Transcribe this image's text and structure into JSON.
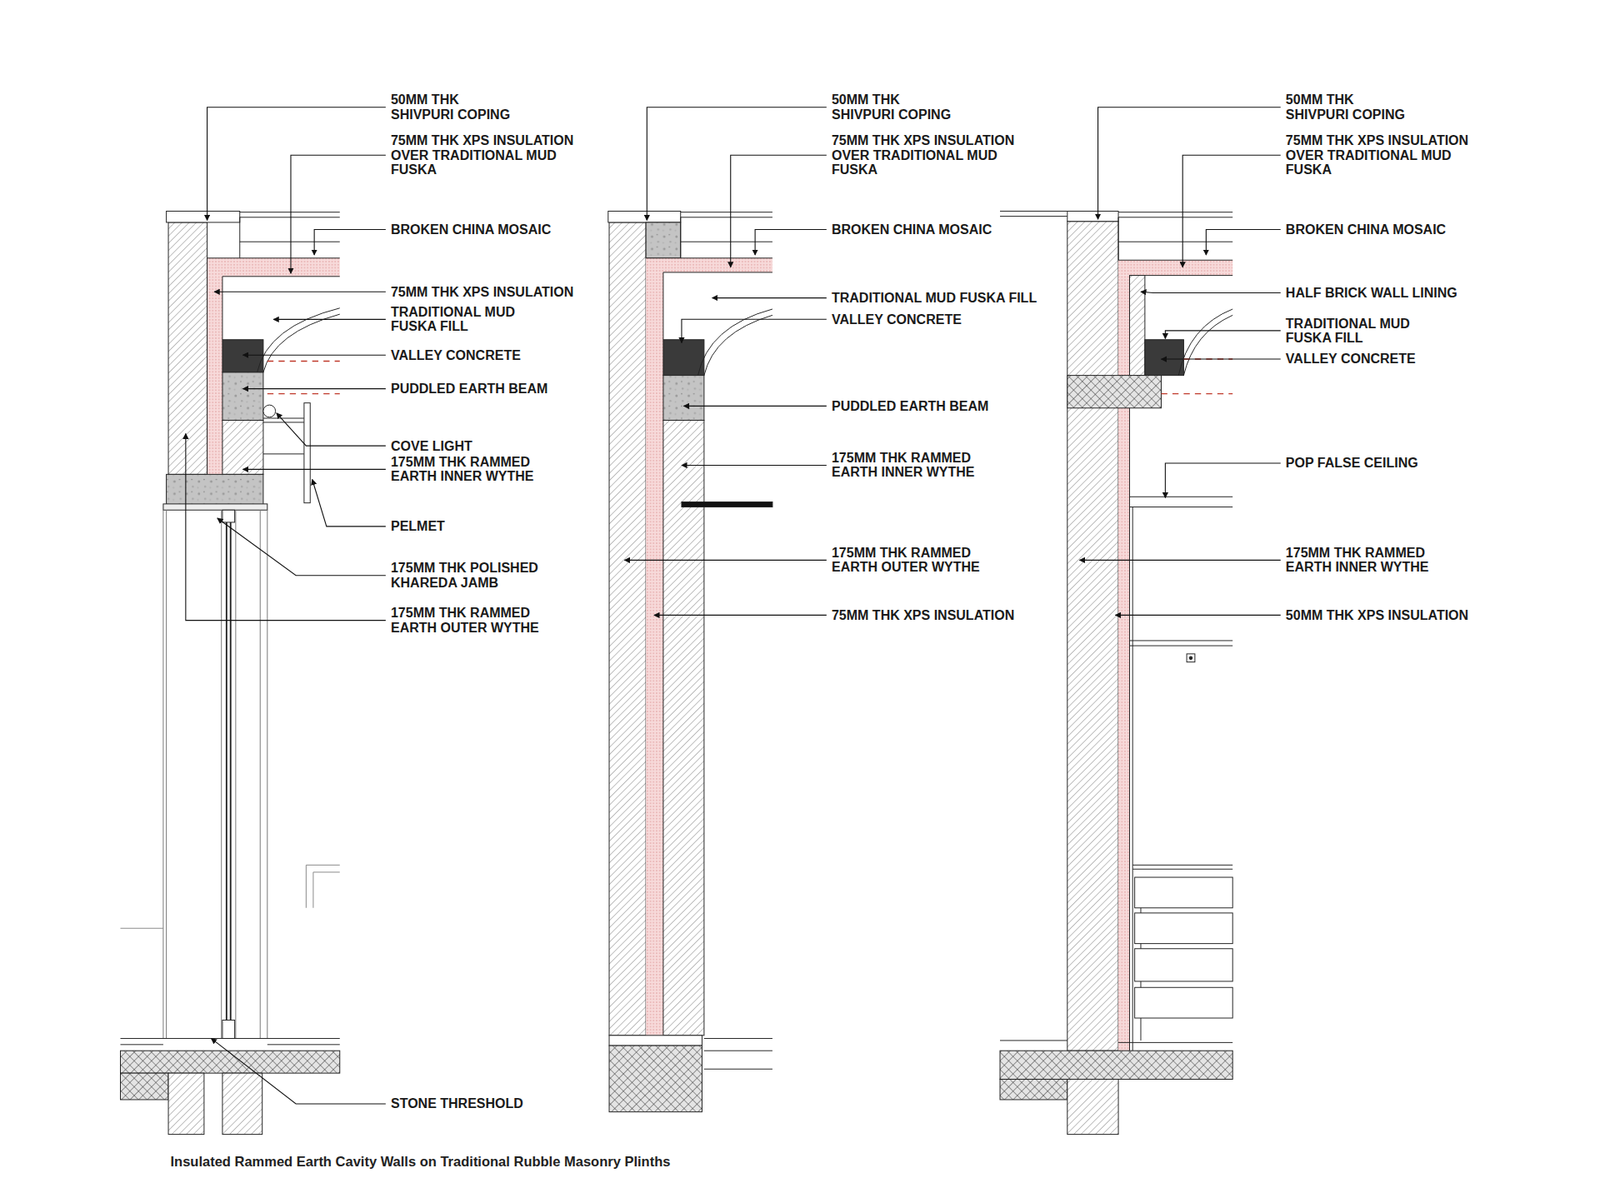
{
  "diagram": {
    "caption": "Insulated Rammed Earth Cavity Walls on Traditional Rubble Masonry Plinths",
    "labels": [
      "50MM THK SHIVPURI COPING",
      "75MM THK XPS INSULATION OVER TRADITIONAL MUD FUSKA",
      "BROKEN CHINA MOSAIC",
      "75MM THK XPS INSULATION",
      "TRADITIONAL MUD FUSKA FILL",
      "VALLEY CONCRETE",
      "PUDDLED EARTH BEAM",
      "COVE LIGHT",
      "175MM THK RAMMED EARTH INNER WYTHE",
      "PELMET",
      "175MM THK POLISHED KHAREDA JAMB",
      "175MM THK RAMMED EARTH OUTER WYTHE",
      "STONE THRESHOLD",
      "50MM THK SHIVPURI COPING",
      "75MM THK XPS INSULATION OVER TRADITIONAL MUD FUSKA",
      "BROKEN CHINA MOSAIC",
      "TRADITIONAL MUD FUSKA FILL",
      "VALLEY CONCRETE",
      "PUDDLED EARTH BEAM",
      "175MM THK RAMMED EARTH INNER WYTHE",
      "175MM THK RAMMED EARTH OUTER WYTHE",
      "75MM THK XPS INSULATION",
      "50MM THK SHIVPURI COPING",
      "75MM THK XPS INSULATION OVER TRADITIONAL MUD FUSKA",
      "BROKEN CHINA MOSAIC",
      "HALF BRICK WALL LINING",
      "TRADITIONAL MUD FUSKA FILL",
      "VALLEY CONCRETE",
      "POP FALSE CEILING",
      "175MM THK RAMMED EARTH INNER WYTHE",
      "50MM THK XPS INSULATION"
    ]
  }
}
